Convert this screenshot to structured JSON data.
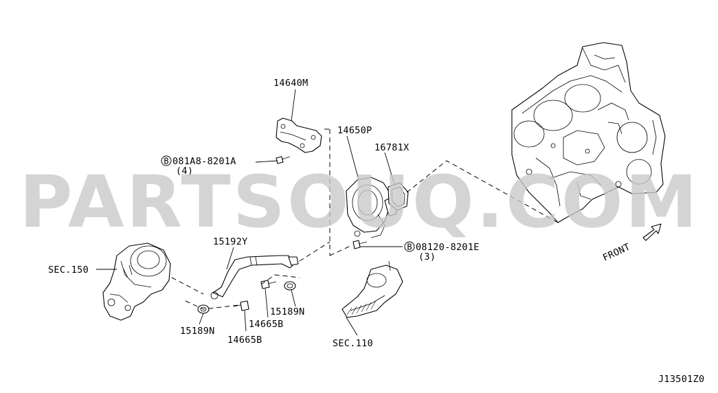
{
  "labels": {
    "p14640m": "14640M",
    "p14650p": "14650P",
    "p16781x": "16781X",
    "bolt1_code": "081A8-8201A",
    "bolt1_qty": "(4)",
    "bolt2_code": "08120-8201E",
    "bolt2_qty": "(3)",
    "bolt_marker": "B",
    "p15192y": "15192Y",
    "sec150": "SEC.150",
    "p15189n_a": "15189N",
    "p15189n_b": "15189N",
    "p14665b_a": "14665B",
    "p14665b_b": "14665B",
    "sec110": "SEC.110",
    "front": "FRONT",
    "figure_id": "J13501Z0"
  },
  "watermark": "PARTSOUQ.COM",
  "colors": {
    "line": "#000000",
    "background": "#ffffff",
    "watermark": "#c9c9c9"
  }
}
